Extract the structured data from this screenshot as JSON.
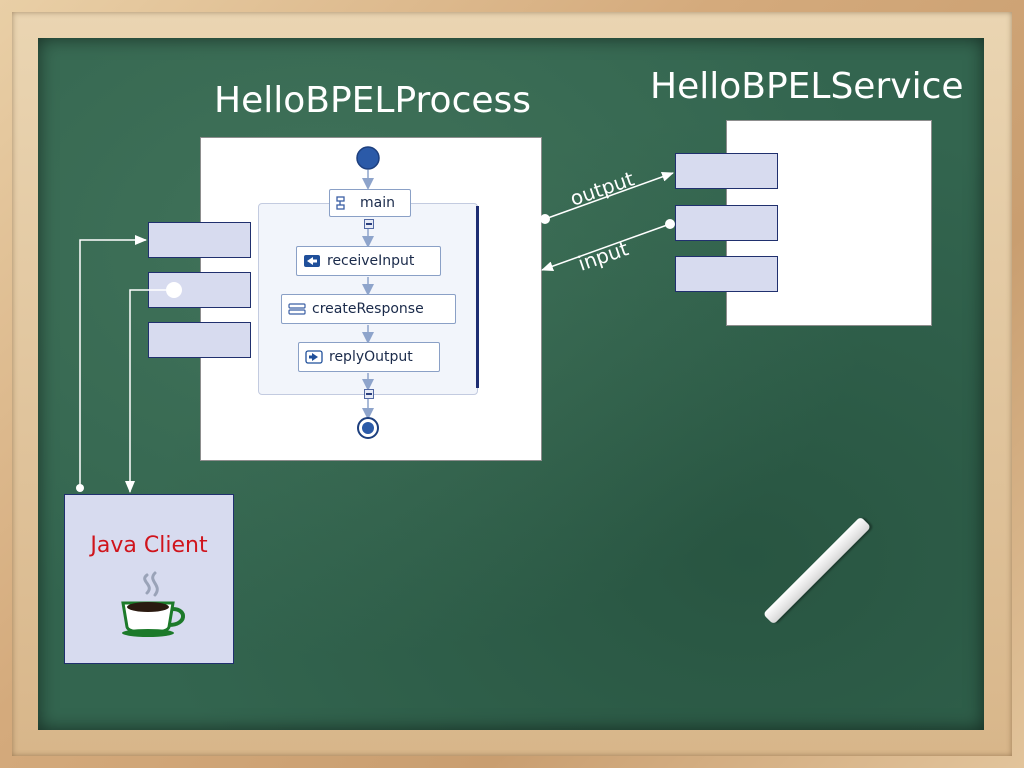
{
  "process": {
    "title": "HelloBPELProcess",
    "steps": {
      "main": "main",
      "receive": "receiveInput",
      "create": "createResponse",
      "reply": "replyOutput"
    }
  },
  "service": {
    "title": "HelloBPELService"
  },
  "connections": {
    "output_label": "output",
    "input_label": "input"
  },
  "client": {
    "label": "Java Client",
    "icon": "java-coffee-cup-icon"
  },
  "colors": {
    "board": "#33654f",
    "port_fill": "#d7dbef",
    "port_border": "#20306e",
    "client_label": "#d0141c",
    "title": "#ffffff"
  }
}
